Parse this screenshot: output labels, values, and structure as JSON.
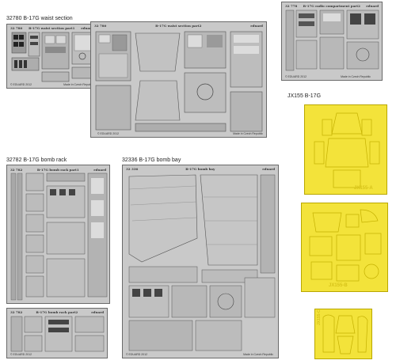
{
  "captions": {
    "waist": "32780  B-17G waist section",
    "jx155": "JX155  B-17G",
    "bomb_rack": "32782  B-17G bomb rack",
    "bomb_bay": "32336  B-17G bomb bay"
  },
  "frets": {
    "waist1": {
      "code": "32 780",
      "title": "B-17G waist section  part1",
      "brand": "eduard",
      "copyright": "© EDUARD 2012",
      "made": "Made in Czech Republic"
    },
    "waist2": {
      "code": "32 780",
      "title": "B-17G waist section  part2",
      "brand": "eduard",
      "copyright": "© EDUARD 2012",
      "made": "Made in Czech Republic"
    },
    "radio": {
      "code": "32 778",
      "title": "B-17G radio compartment  part2",
      "brand": "eduard",
      "copyright": "© EDUARD 2012",
      "made": "Made in Czech Republic"
    },
    "rack1": {
      "code": "32 782",
      "title": "B-17G bomb rack  part1",
      "brand": "eduard"
    },
    "rack2": {
      "code": "32 782",
      "title": "B-17G bomb rack  part2",
      "brand": "eduard",
      "copyright": "© EDUARD 2012"
    },
    "bay": {
      "code": "32 336",
      "title": "B-17G bomb bay",
      "brand": "eduard",
      "copyright": "© EDUARD 2012",
      "made": "Made in Czech Republic"
    }
  },
  "masks": {
    "top": "JX155-A",
    "middle": "JX155-B",
    "bottom": "JX155-C"
  },
  "colors": {
    "fret": "#c9c9c9",
    "mask": "#f3e33a",
    "line": "#6a6a6a"
  }
}
